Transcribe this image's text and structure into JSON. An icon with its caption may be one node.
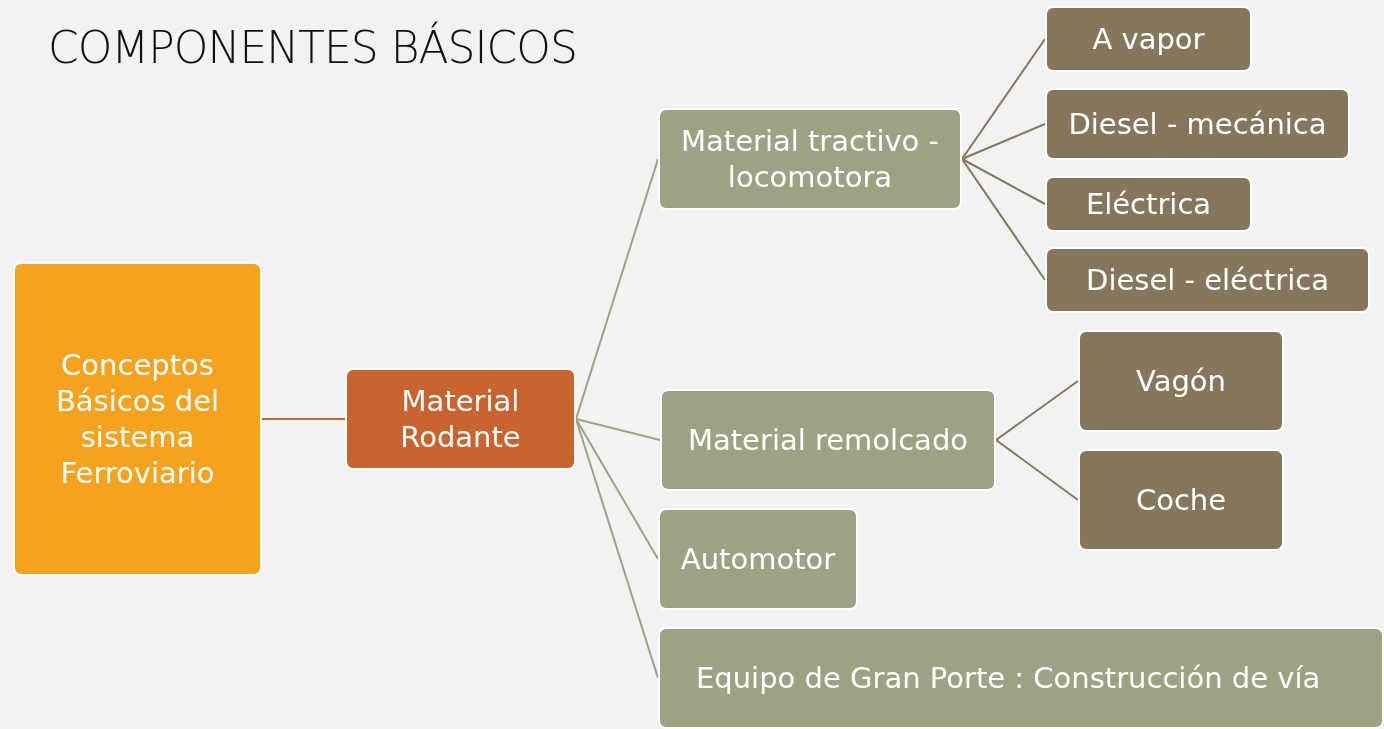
{
  "diagram": {
    "title": "COMPONENTES BÁSICOS",
    "nodes": [
      {
        "text": [
          "Conceptos Básicos del sistema Ferroviario"
        ]
      },
      {
        "text": [
          "Material Rodante"
        ]
      },
      {
        "text": [
          "Material tractivo - locomotora"
        ]
      },
      {
        "text": [
          "A vapor"
        ]
      },
      {
        "text": [
          "Diesel - mecánica"
        ]
      },
      {
        "text": [
          "Eléctrica"
        ]
      },
      {
        "text": [
          "Diesel - eléctrica"
        ]
      },
      {
        "text": [
          "Material remolcado"
        ]
      },
      {
        "text": [
          "Vagón"
        ]
      },
      {
        "text": [
          "Coche"
        ]
      },
      {
        "text": [
          "Automotor"
        ]
      },
      {
        "text": [
          "Equipo de Gran Porte : Construcción de vía"
        ]
      }
    ],
    "edges": [
      {
        "from": 0,
        "to": 1,
        "arrow": "none",
        "color": "#c8642f"
      },
      {
        "from": 1,
        "to": 2,
        "arrow": "none",
        "color": "#9ca383"
      },
      {
        "from": 1,
        "to": 7,
        "arrow": "none",
        "color": "#9ca383"
      },
      {
        "from": 1,
        "to": 10,
        "arrow": "none",
        "color": "#9ca383"
      },
      {
        "from": 1,
        "to": 11,
        "arrow": "none",
        "color": "#9ca383"
      },
      {
        "from": 2,
        "to": 3,
        "arrow": "none"
      },
      {
        "from": 2,
        "to": 4,
        "arrow": "none"
      },
      {
        "from": 2,
        "to": 5,
        "arrow": "none"
      },
      {
        "from": 2,
        "to": 6,
        "arrow": "none"
      },
      {
        "from": 7,
        "to": 8,
        "arrow": "none"
      },
      {
        "from": 7,
        "to": 9,
        "arrow": "none"
      }
    ]
  }
}
